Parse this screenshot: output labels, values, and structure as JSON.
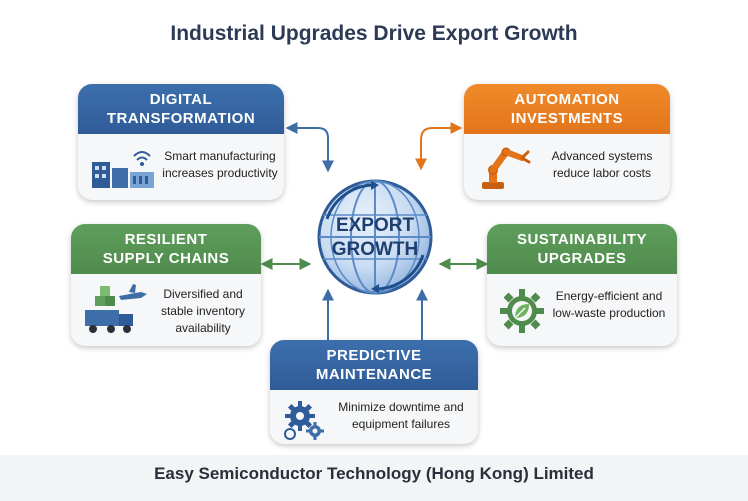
{
  "title": "Industrial Upgrades Drive Export Growth",
  "footer": "Easy Semiconductor Technology (Hong Kong) Limited",
  "center": {
    "line1": "EXPORT",
    "line2": "GROWTH"
  },
  "cards": {
    "digital": {
      "head1": "DIGITAL",
      "head2": "TRANSFORMATION",
      "desc1": "Smart manufacturing",
      "desc2": "increases productivity",
      "icon": "factory-wifi-icon"
    },
    "automation": {
      "head1": "AUTOMATION",
      "head2": "INVESTMENTS",
      "desc1": "Advanced systems",
      "desc2": "reduce labor costs",
      "icon": "robot-arm-icon"
    },
    "resilient": {
      "head1": "RESILIENT",
      "head2": "SUPPLY CHAINS",
      "desc1": "Diversified and",
      "desc2": "stable inventory",
      "desc3": "availability",
      "icon": "logistics-icon"
    },
    "sustainability": {
      "head1": "SUSTAINABILITY",
      "head2": "UPGRADES",
      "desc1": "Energy-efficient and",
      "desc2": "low-waste production",
      "icon": "eco-gear-icon"
    },
    "predictive": {
      "head1": "PREDICTIVE",
      "head2": "MAINTENANCE",
      "desc1": "Minimize downtime and",
      "desc2": "equipment failures",
      "icon": "gears-icon"
    }
  },
  "colors": {
    "blue": "#2f5c98",
    "orange": "#e2751a",
    "green": "#4f8b4d",
    "globe": "#3b73c0"
  }
}
